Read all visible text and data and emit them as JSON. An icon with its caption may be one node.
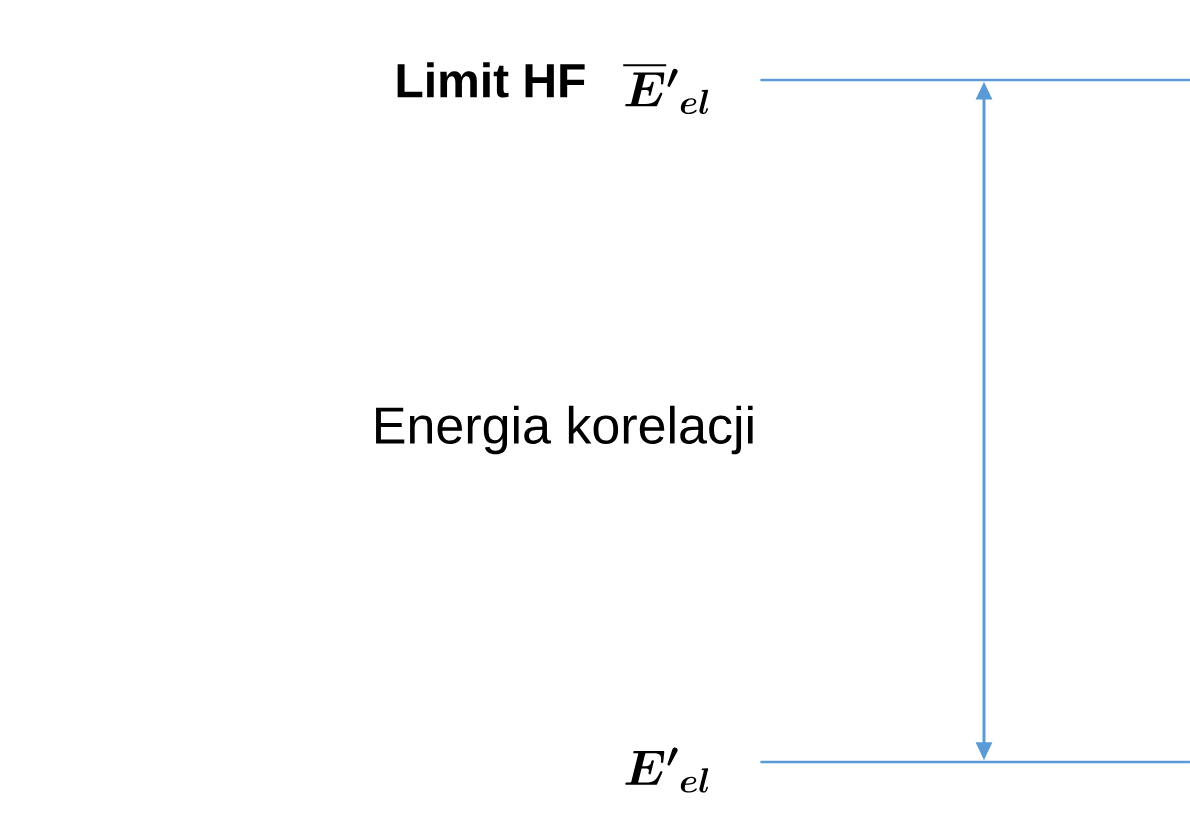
{
  "diagram": {
    "nodes": [
      {
        "text": [],
        "shape": "bar",
        "beside": [
          "Limit   HF",
          "\\overline{\\boldsymbol{E}}{\\boldsymbol{'}}_{\\boldsymbol{el}}"
        ]
      },
      {
        "text": [],
        "shape": "bar",
        "beside": [
          "\\boldsymbol{E}{\\boldsymbol{'}}_{\\boldsymbol{el}}"
        ]
      }
    ],
    "edges": [
      {
        "from": 0,
        "to": 1,
        "arrow": "both",
        "label": "Energia korelacji"
      }
    ]
  }
}
